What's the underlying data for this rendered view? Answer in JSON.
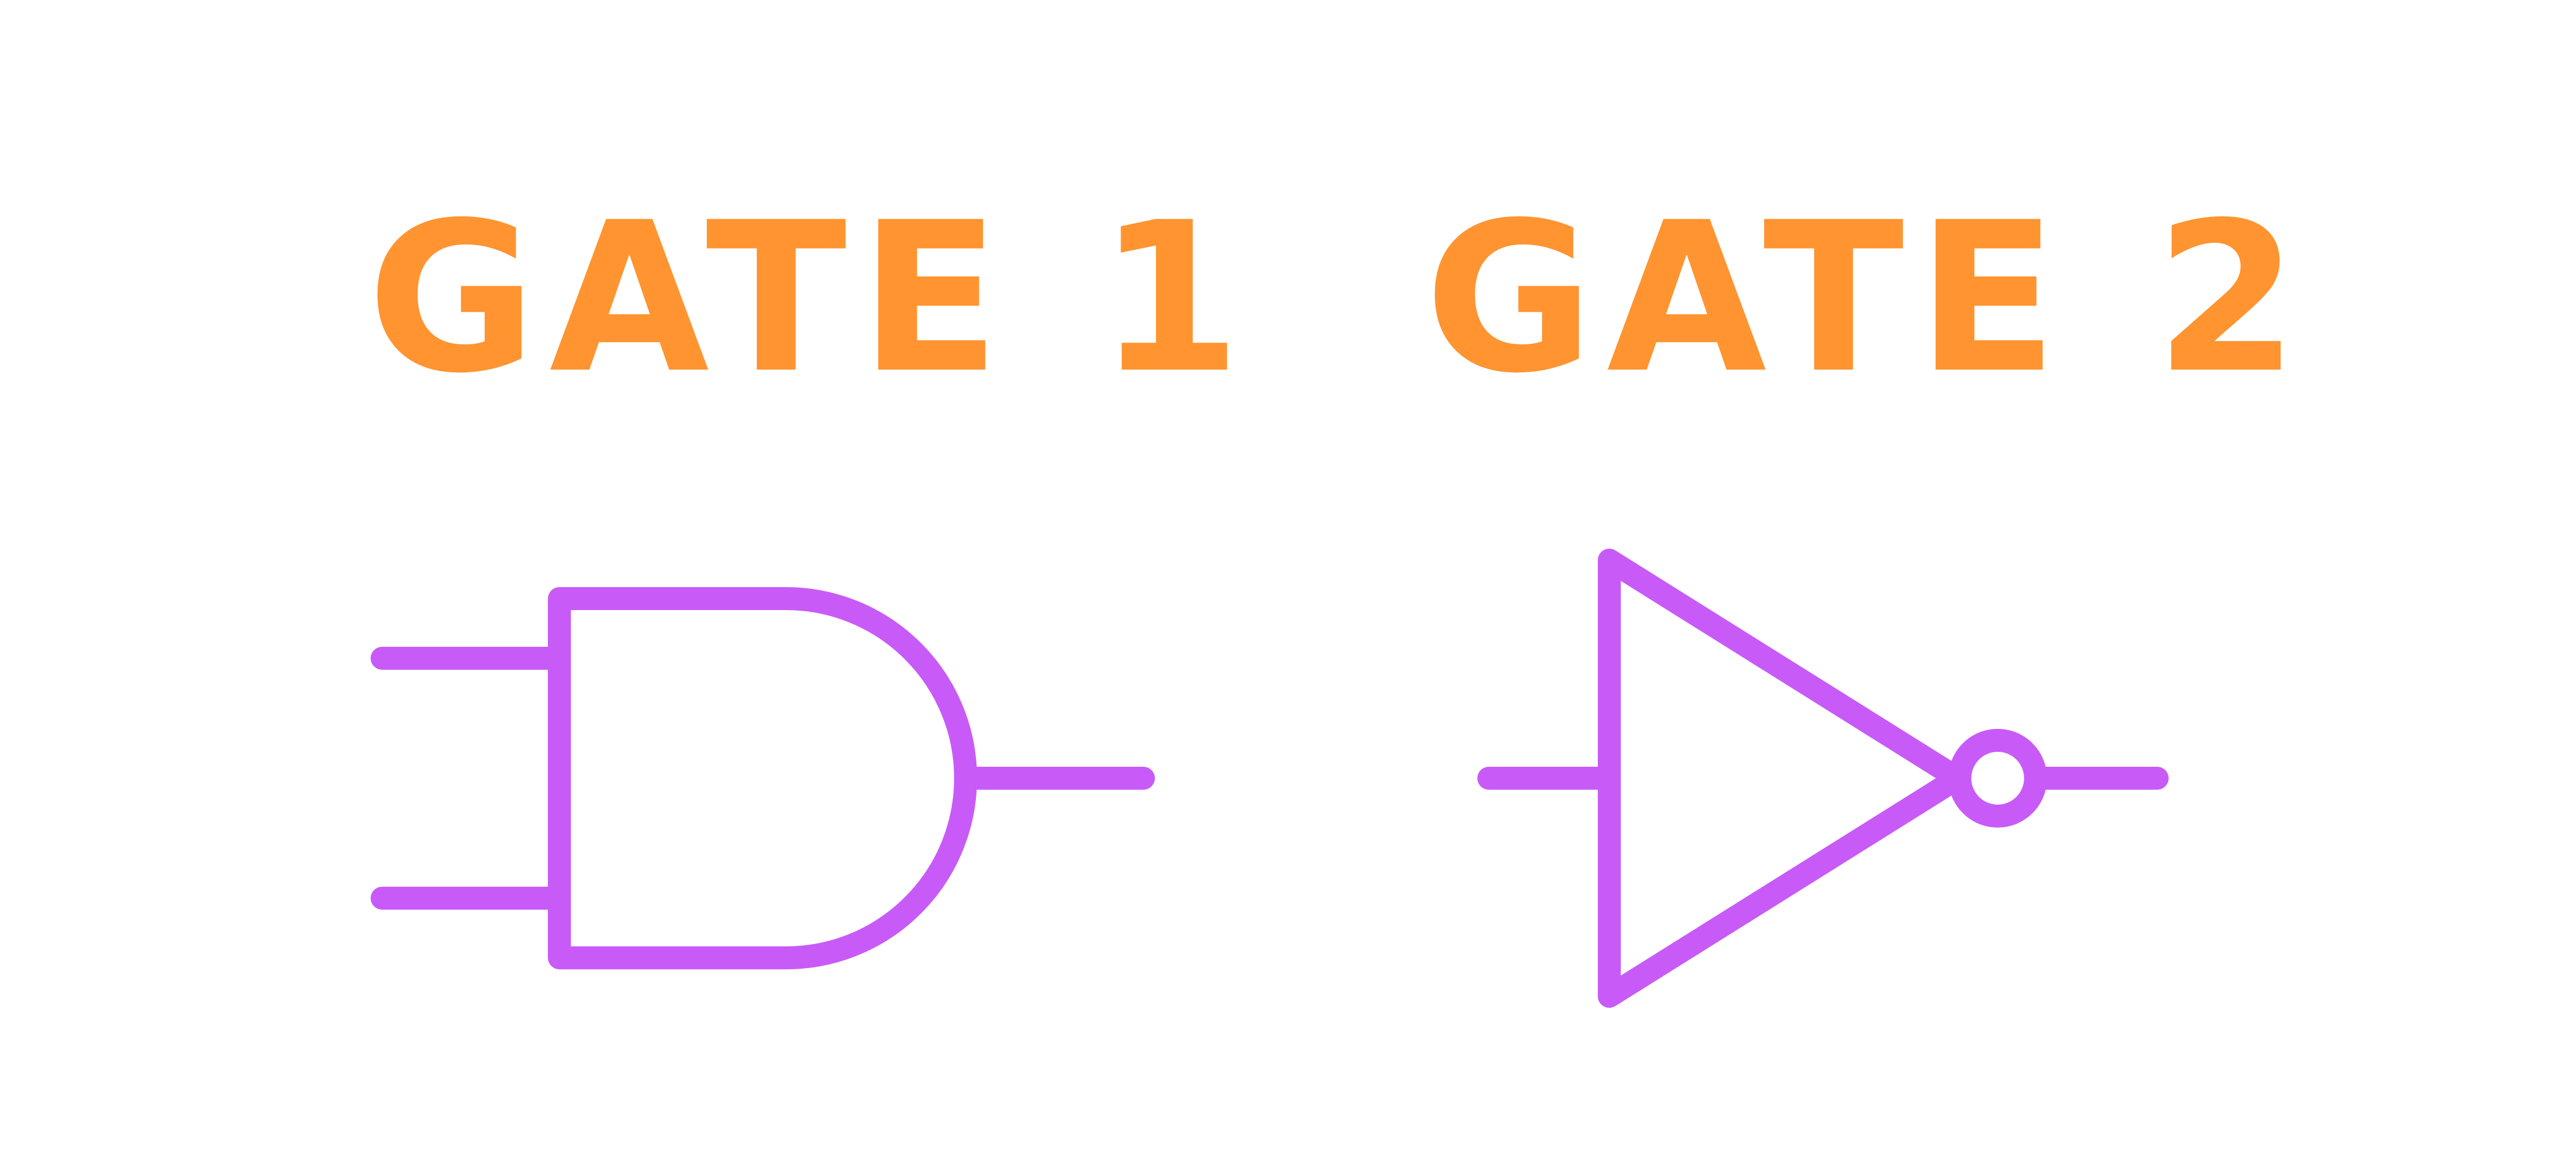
{
  "colors": {
    "background": "#ffffff",
    "title": "#ff9430",
    "gate_stroke": "#c85bf7"
  },
  "gates": [
    {
      "title": "GATE 1",
      "symbol": "and-gate"
    },
    {
      "title": "GATE 2",
      "symbol": "not-gate"
    }
  ]
}
